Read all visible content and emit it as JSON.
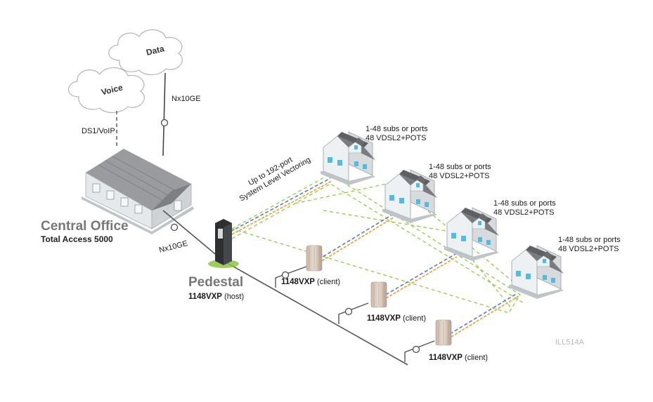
{
  "clouds": {
    "data_label": "Data",
    "voice_label": "Voice"
  },
  "links": {
    "uplink_label": "Nx10GE",
    "voice_link_label": "DS1/VoIP",
    "co_to_pedestal_label": "Nx10GE"
  },
  "central_office": {
    "title": "Central Office",
    "subtitle": "Total Access 5000"
  },
  "pedestal": {
    "title": "Pedestal",
    "unit_bold": "1148VXP",
    "unit_suffix": "(host)"
  },
  "vectoring": {
    "line1": "Up to 192-port",
    "line2": "System Level Vectoring"
  },
  "clients": [
    {
      "unit_bold": "1148VXP",
      "unit_suffix": "(client)"
    },
    {
      "unit_bold": "1148VXP",
      "unit_suffix": "(client)"
    },
    {
      "unit_bold": "1148VXP",
      "unit_suffix": "(client)"
    }
  ],
  "houses": [
    {
      "line1": "1-48 subs or ports",
      "line2": "48 VDSL2+POTS"
    },
    {
      "line1": "1-48 subs or ports",
      "line2": "48 VDSL2+POTS"
    },
    {
      "line1": "1-48 subs or ports",
      "line2": "48 VDSL2+POTS"
    },
    {
      "line1": "1-48 subs or ports",
      "line2": "48 VDSL2+POTS"
    }
  ],
  "figure_id": "ILL514A",
  "colors": {
    "roof": "#7a7b7e",
    "wall": "#e9ecee",
    "window": "#5bb8d6",
    "vector_dash": "#8cc63f",
    "pair_orange": "#f29a2e",
    "pair_blue": "#5b7fb8"
  }
}
